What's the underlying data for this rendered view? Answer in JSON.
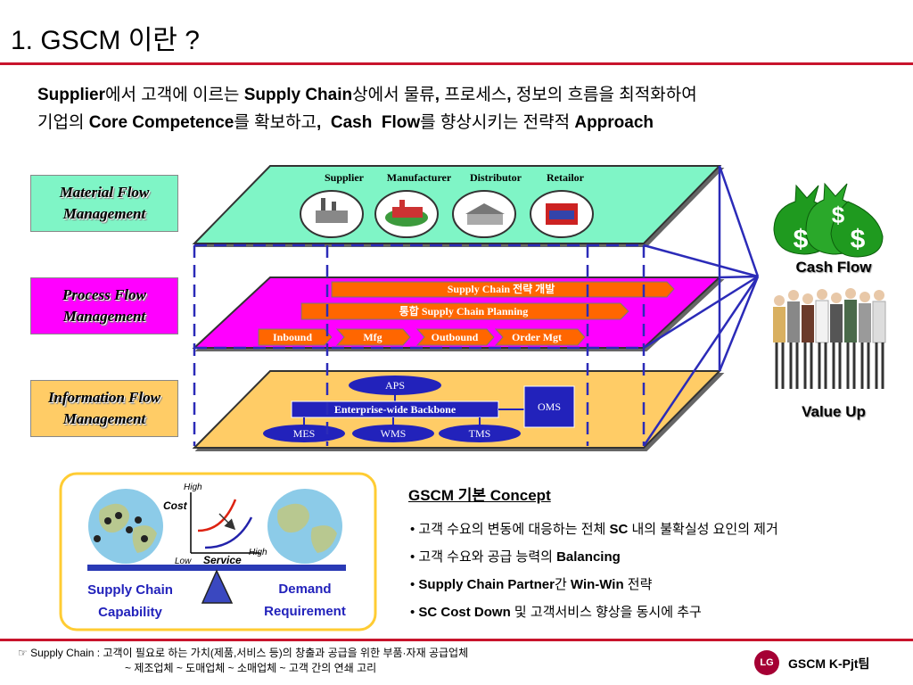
{
  "header": {
    "title": "1. GSCM 이란 ?",
    "subtitle": {
      "l1": [
        "Supplier",
        "에서 고객에 이르는 ",
        "Supply Chain",
        "상에서 물류",
        ", ",
        "프로세스",
        ", ",
        "정보의 흐름을 최적화하여"
      ],
      "l2": [
        "기업의 ",
        "Core Competence",
        "를 확보하고",
        ",  ",
        "Cash  Flow",
        "를 향상시키는 전략적 ",
        "Approach"
      ]
    }
  },
  "layers": {
    "material": {
      "label": "Material Flow\nManagement",
      "parties": [
        "Supplier",
        "Manufacturer",
        "Distributor",
        "Retailor"
      ]
    },
    "process": {
      "label": "Process Flow\nManagement",
      "strategy": "Supply Chain 전략 개발",
      "planning": "통합 Supply Chain Planning",
      "steps": [
        "Inbound",
        "Mfg",
        "Outbound",
        "Order Mgt"
      ]
    },
    "information": {
      "label": "Information Flow\nManagement",
      "aps": "APS",
      "backbone": "Enterprise-wide Backbone",
      "oms": "OMS",
      "systems": [
        "MES",
        "WMS",
        "TMS"
      ]
    }
  },
  "outcomes": {
    "cash_flow": "Cash Flow",
    "value_up": "Value Up",
    "money_symbol": "$"
  },
  "balance": {
    "high_y": "High",
    "cost": "Cost",
    "high_x": "High",
    "low": "Low",
    "service": "Service",
    "left_label_1": "Supply Chain",
    "left_label_2": "Capability",
    "right_label_1": "Demand",
    "right_label_2": "Requirement"
  },
  "concept": {
    "title": "GSCM 기본 Concept",
    "items": [
      [
        "• 고객 수요의 변동에 대응하는 전체 ",
        "SC",
        " 내의 불확실성 요인의 제거"
      ],
      [
        "• 고객 수요와 공급 능력의 ",
        "Balancing",
        ""
      ],
      [
        "• ",
        "Supply Chain Partner",
        "간 ",
        "Win-Win",
        " 전략"
      ],
      [
        "• ",
        "SC Cost Down",
        " 및 고객서비스 향상을 동시에 추구"
      ]
    ]
  },
  "footer": {
    "note_line1": "☞ Supply Chain : 고객이 필요로 하는 가치(제품,서비스 등)의 창출과 공급을 위한 부품·자재 공급업체",
    "note_line2": "~ 제조업체 ~ 도매업체 ~ 소매업체 ~ 고객 간의 연쇄 고리",
    "logo_text": "LG",
    "team": "GSCM K-Pjt팀"
  },
  "colors": {
    "accent_red": "#c8142c",
    "material_plane": "#7ff5c6",
    "process_plane": "#ff00ff",
    "information_plane": "#ffcc66",
    "arrow_orange": "#ff6600",
    "system_blue": "#2222bb",
    "guide_blue": "#2b2bb8",
    "money_green": "#1f9a1f",
    "balance_frame": "#ffcc33"
  }
}
